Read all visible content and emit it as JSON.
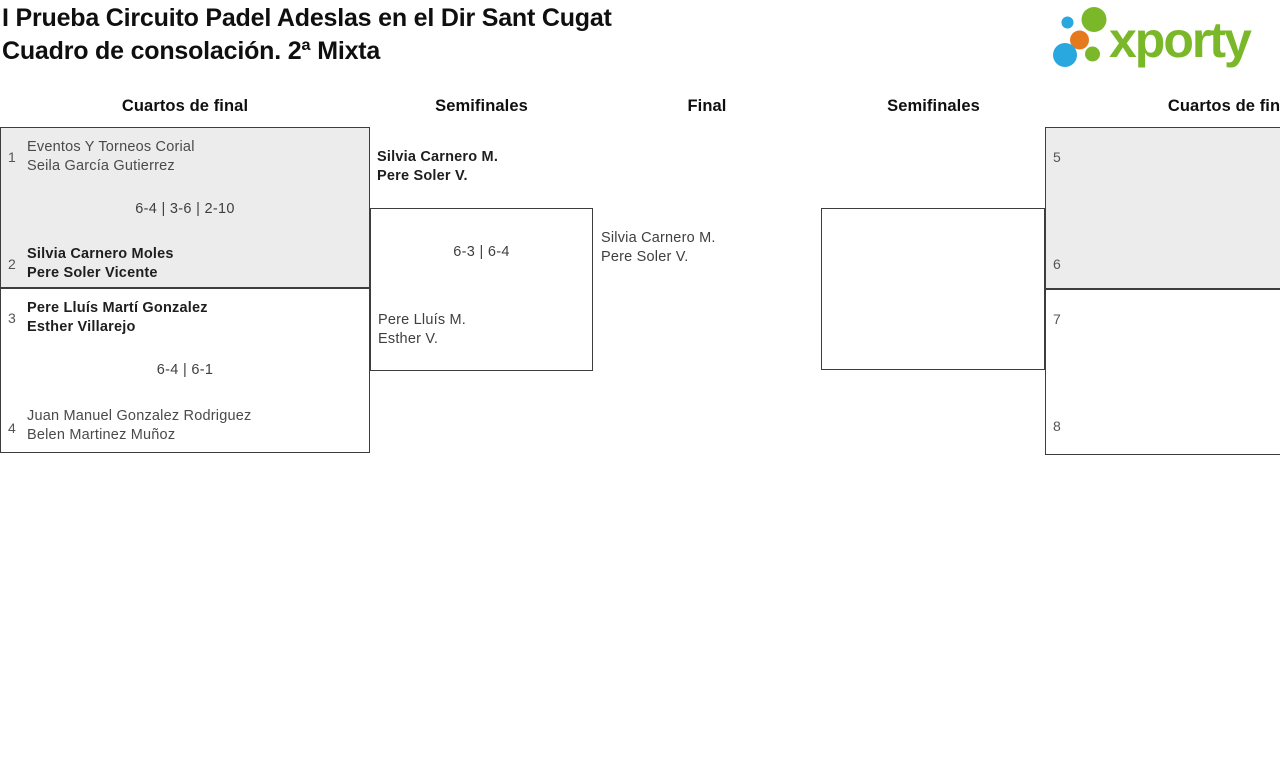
{
  "header": {
    "title_line1": "I Prueba Circuito Padel Adeslas en el Dir Sant Cugat",
    "title_line2": "Cuadro de consolación. 2ª Mixta",
    "logo_text": "xporty"
  },
  "round_headers": [
    "Cuartos de final",
    "Semifinales",
    "Final",
    "Semifinales",
    "Cuartos de final"
  ],
  "bracket": {
    "qf_left": [
      {
        "team_top": {
          "seed": "1",
          "player1": "Eventos Y Torneos Corial",
          "player2": "Seila García Gutierrez"
        },
        "score": "6-4 | 3-6 | 2-10",
        "team_bottom": {
          "seed": "2",
          "player1": "Silvia Carnero Moles",
          "player2": "Pere Soler Vicente"
        }
      },
      {
        "team_top": {
          "seed": "3",
          "player1": "Pere Lluís Martí Gonzalez",
          "player2": "Esther Villarejo"
        },
        "score": "6-4 | 6-1",
        "team_bottom": {
          "seed": "4",
          "player1": "Juan Manuel Gonzalez Rodriguez",
          "player2": "Belen Martinez Muñoz"
        }
      }
    ],
    "sf_left": {
      "winner": {
        "player1": "Silvia Carnero M.",
        "player2": "Pere Soler V."
      },
      "score": "6-3 | 6-4",
      "loser": {
        "player1": "Pere Lluís M.",
        "player2": "Esther V."
      }
    },
    "final": {
      "team": {
        "player1": "Silvia Carnero M.",
        "player2": "Pere Soler V."
      }
    },
    "qf_right": [
      {
        "seed_top": "5",
        "seed_bottom": "6"
      },
      {
        "seed_top": "7",
        "seed_bottom": "8"
      }
    ]
  },
  "colors": {
    "logo_green": "#7ab829",
    "logo_blue": "#29a8e0",
    "logo_orange": "#e5791e",
    "shaded_match_bg": "#ececec",
    "box_border": "#3d3d3d"
  }
}
